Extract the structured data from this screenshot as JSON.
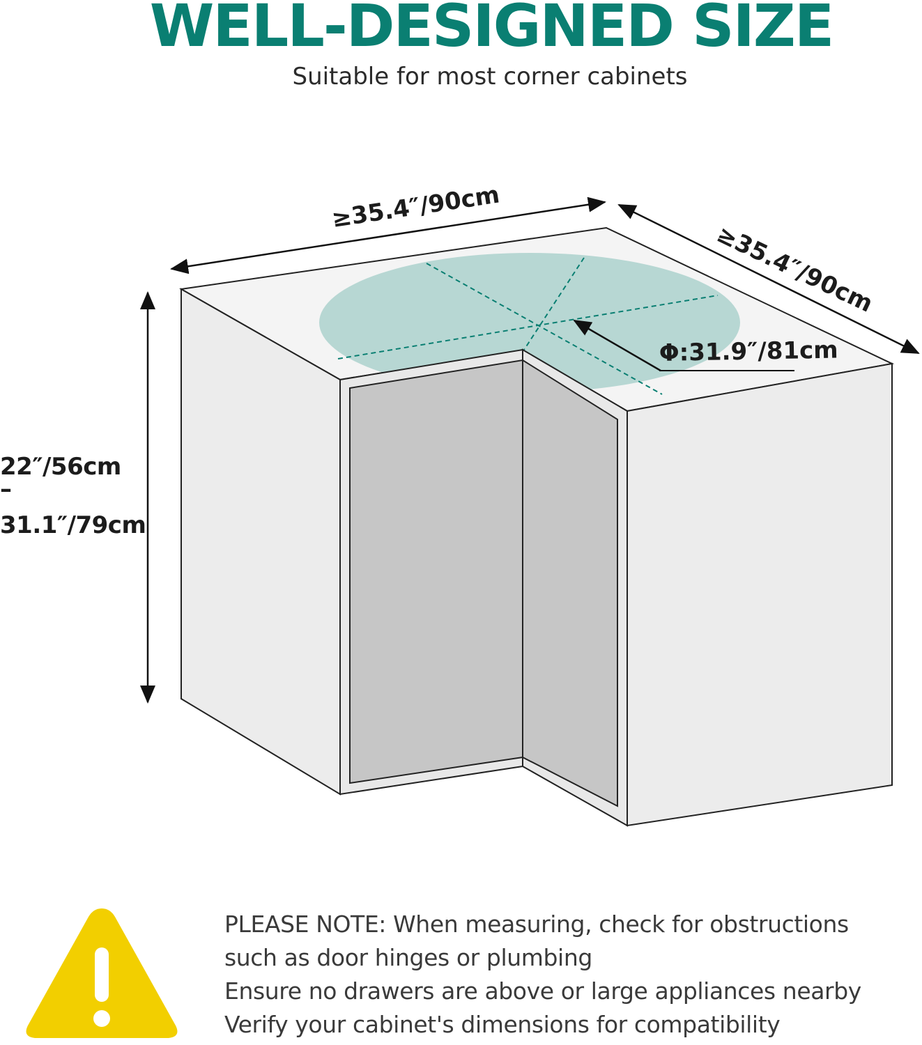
{
  "header": {
    "title": "WELL-DESIGNED SIZE",
    "subtitle": "Suitable for most corner cabinets"
  },
  "dimensions": {
    "width_left": "≥35.4″/90cm",
    "width_right": "≥35.4″/90cm",
    "diameter": "Φ:31.9″/81cm",
    "height_min": "22″/56cm",
    "height_sep": "–",
    "height_max": "31.1″/79cm"
  },
  "note": {
    "lines": [
      "PLEASE NOTE: When measuring, check for obstructions",
      "such as door hinges or plumbing",
      "Ensure no drawers are above or large appliances nearby",
      "Verify your cabinet's dimensions for compatibility"
    ]
  },
  "icons": {
    "warning": "warning-triangle-icon"
  },
  "colors": {
    "accent": "#0a7f72",
    "turntable": "#b7d7d3",
    "cabinet_face": "#ececec",
    "cabinet_top": "#f4f4f4",
    "door_panel": "#c6c6c6",
    "warning": "#f2cf00"
  }
}
